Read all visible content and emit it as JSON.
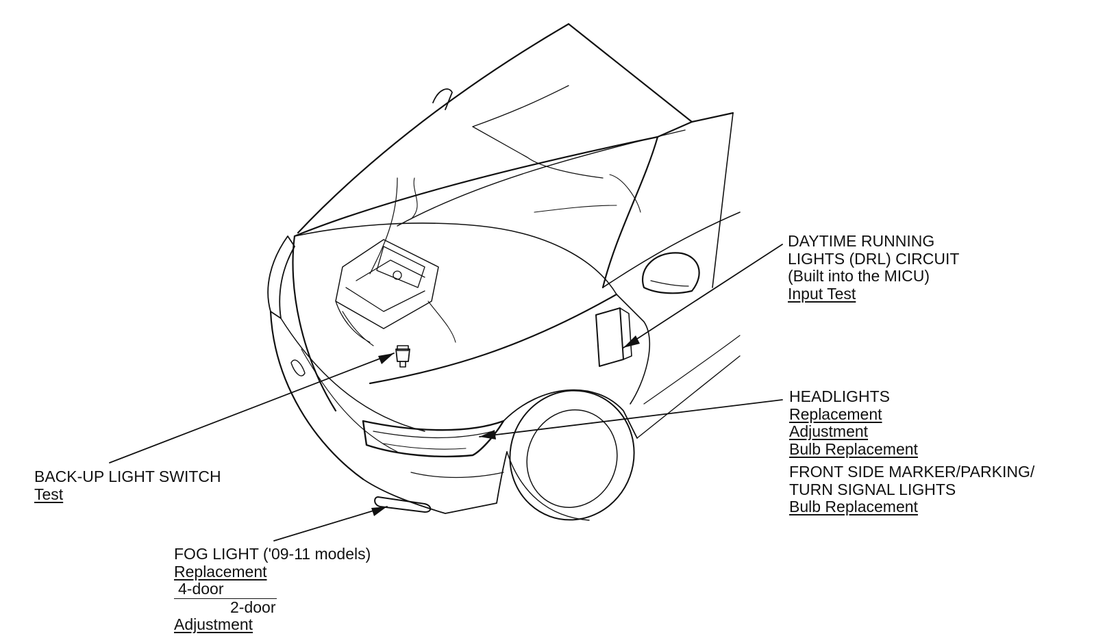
{
  "callouts": {
    "drl": {
      "lines": [
        "DAYTIME RUNNING",
        "LIGHTS (DRL) CIRCUIT",
        "(Built into the MICU)"
      ],
      "links": [
        "Input Test"
      ]
    },
    "headlights": {
      "title": "HEADLIGHTS",
      "links": [
        "Replacement",
        "Adjustment",
        "Bulb Replacement"
      ]
    },
    "side_marker": {
      "lines": [
        "FRONT SIDE MARKER/PARKING/",
        "TURN SIGNAL LIGHTS"
      ],
      "links": [
        "Bulb Replacement"
      ]
    },
    "backup_switch": {
      "title": "BACK-UP LIGHT SWITCH",
      "links": [
        "Test"
      ]
    },
    "fog_light": {
      "title": "FOG LIGHT ('09-11 models)",
      "replacement": "Replacement",
      "door4": "4-door",
      "door2": "2-door",
      "adjustment": "Adjustment"
    }
  }
}
